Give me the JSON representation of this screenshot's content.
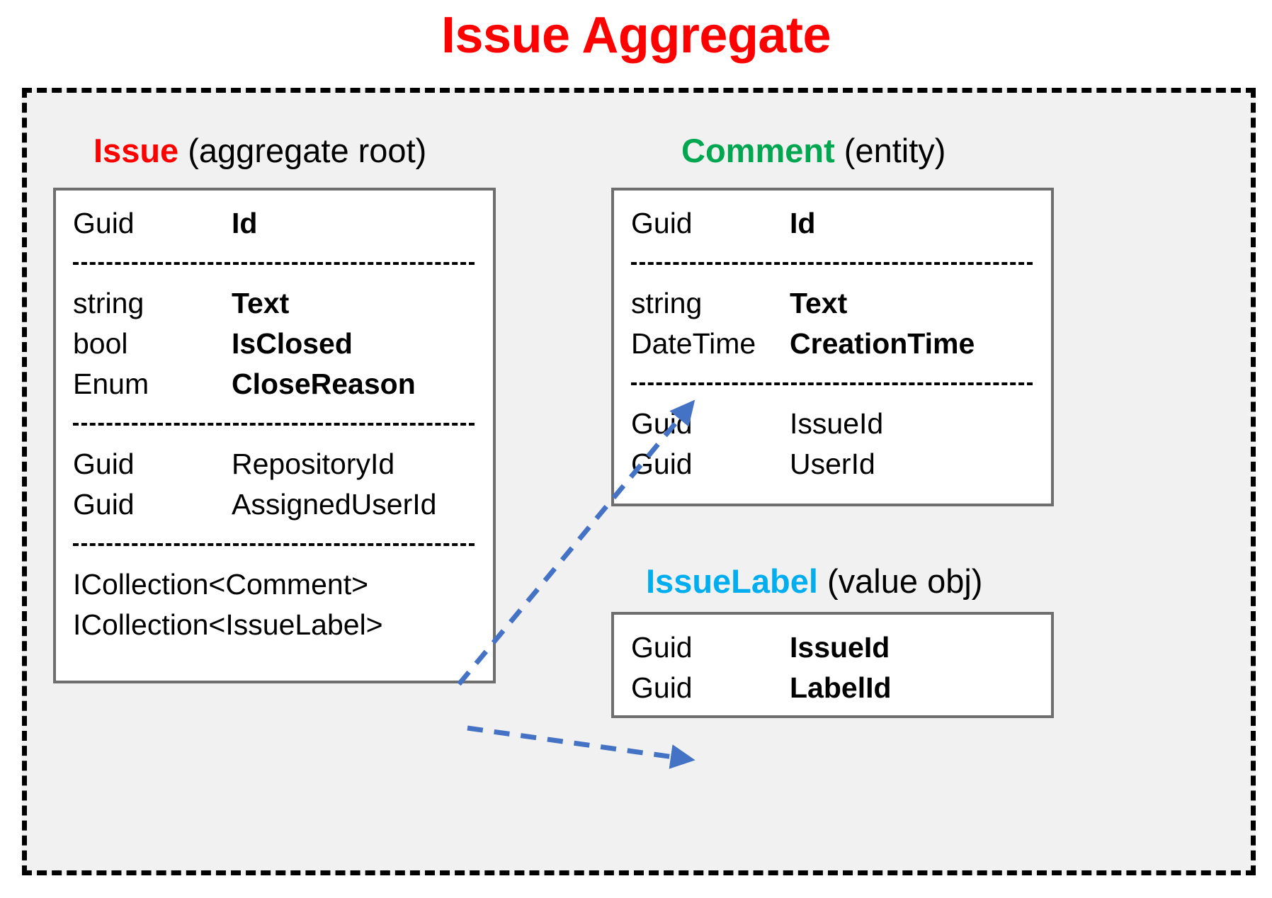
{
  "title": "Issue Aggregate",
  "colors": {
    "title": "#FF0000",
    "issue": "#FF0000",
    "comment": "#00A650",
    "issuelabel": "#00AEEF",
    "arrow": "#4472C4",
    "box_border": "#6E6E6E",
    "boundary": "#000000",
    "boundary_fill": "#F1F1F1"
  },
  "entities": [
    {
      "id": "issue",
      "name": "Issue",
      "stereotype": "(aggregate root)",
      "groups": [
        {
          "fields": [
            {
              "type": "Guid",
              "name": "Id",
              "bold": true
            }
          ]
        },
        {
          "fields": [
            {
              "type": "string",
              "name": "Text",
              "bold": true
            },
            {
              "type": "bool",
              "name": "IsClosed",
              "bold": true
            },
            {
              "type": "Enum",
              "name": "CloseReason",
              "bold": true
            }
          ]
        },
        {
          "fields": [
            {
              "type": "Guid",
              "name": "RepositoryId",
              "bold": false
            },
            {
              "type": "Guid",
              "name": "AssignedUserId",
              "bold": false
            }
          ]
        },
        {
          "fields": [
            {
              "type": "ICollection<Comment>",
              "name": "",
              "bold": false,
              "full": true
            },
            {
              "type": "ICollection<IssueLabel>",
              "name": "",
              "bold": false,
              "full": true
            }
          ]
        }
      ]
    },
    {
      "id": "comment",
      "name": "Comment",
      "stereotype": "(entity)",
      "groups": [
        {
          "fields": [
            {
              "type": "Guid",
              "name": "Id",
              "bold": true
            }
          ]
        },
        {
          "fields": [
            {
              "type": "string",
              "name": "Text",
              "bold": true
            },
            {
              "type": "DateTime",
              "name": "CreationTime",
              "bold": true
            }
          ]
        },
        {
          "fields": [
            {
              "type": "Guid",
              "name": "IssueId",
              "bold": false
            },
            {
              "type": "Guid",
              "name": "UserId",
              "bold": false
            }
          ]
        }
      ]
    },
    {
      "id": "issuelabel",
      "name": "IssueLabel",
      "stereotype": "(value obj)",
      "groups": [
        {
          "fields": [
            {
              "type": "Guid",
              "name": "IssueId",
              "bold": true
            },
            {
              "type": "Guid",
              "name": "LabelId",
              "bold": true
            }
          ]
        }
      ]
    }
  ],
  "arrows": [
    {
      "from": "issue.ICollection<Comment>",
      "to": "comment",
      "style": "dashed"
    },
    {
      "from": "issue.ICollection<IssueLabel>",
      "to": "issuelabel",
      "style": "dashed"
    }
  ]
}
